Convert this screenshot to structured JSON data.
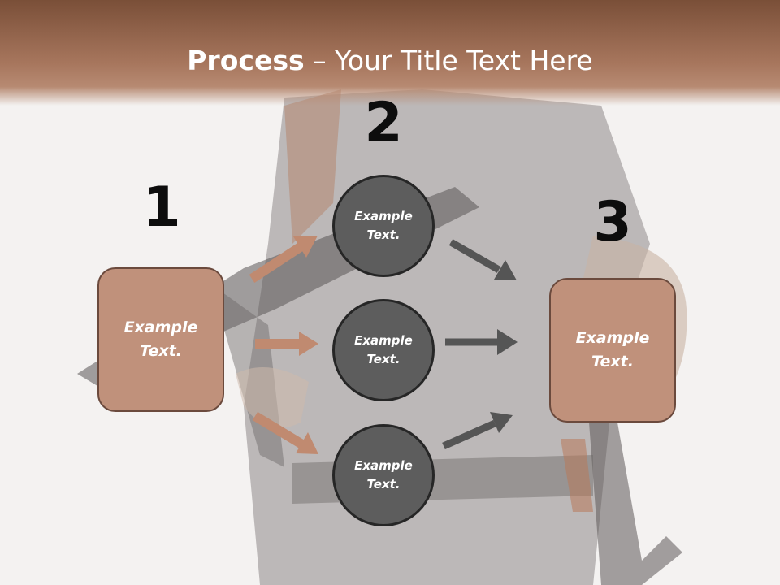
{
  "title": {
    "bold": "Process",
    "dash": " – ",
    "rest": "Your Title Text Here"
  },
  "steps": [
    {
      "number": "1",
      "text": "Example Text."
    },
    {
      "number": "2",
      "texts": [
        "Example Text.",
        "Example Text.",
        "Example Text."
      ]
    },
    {
      "number": "3",
      "text": "Example Text."
    }
  ],
  "colors": {
    "header": "#a7765d",
    "box_fill": "#c0917b",
    "box_border": "#6b4a3d",
    "circle_fill": "#5d5d5d",
    "circle_border": "#262626",
    "arrow_left": "#c08a70",
    "arrow_right": "#555555"
  },
  "background_image": "soldier-with-rifle-photo"
}
